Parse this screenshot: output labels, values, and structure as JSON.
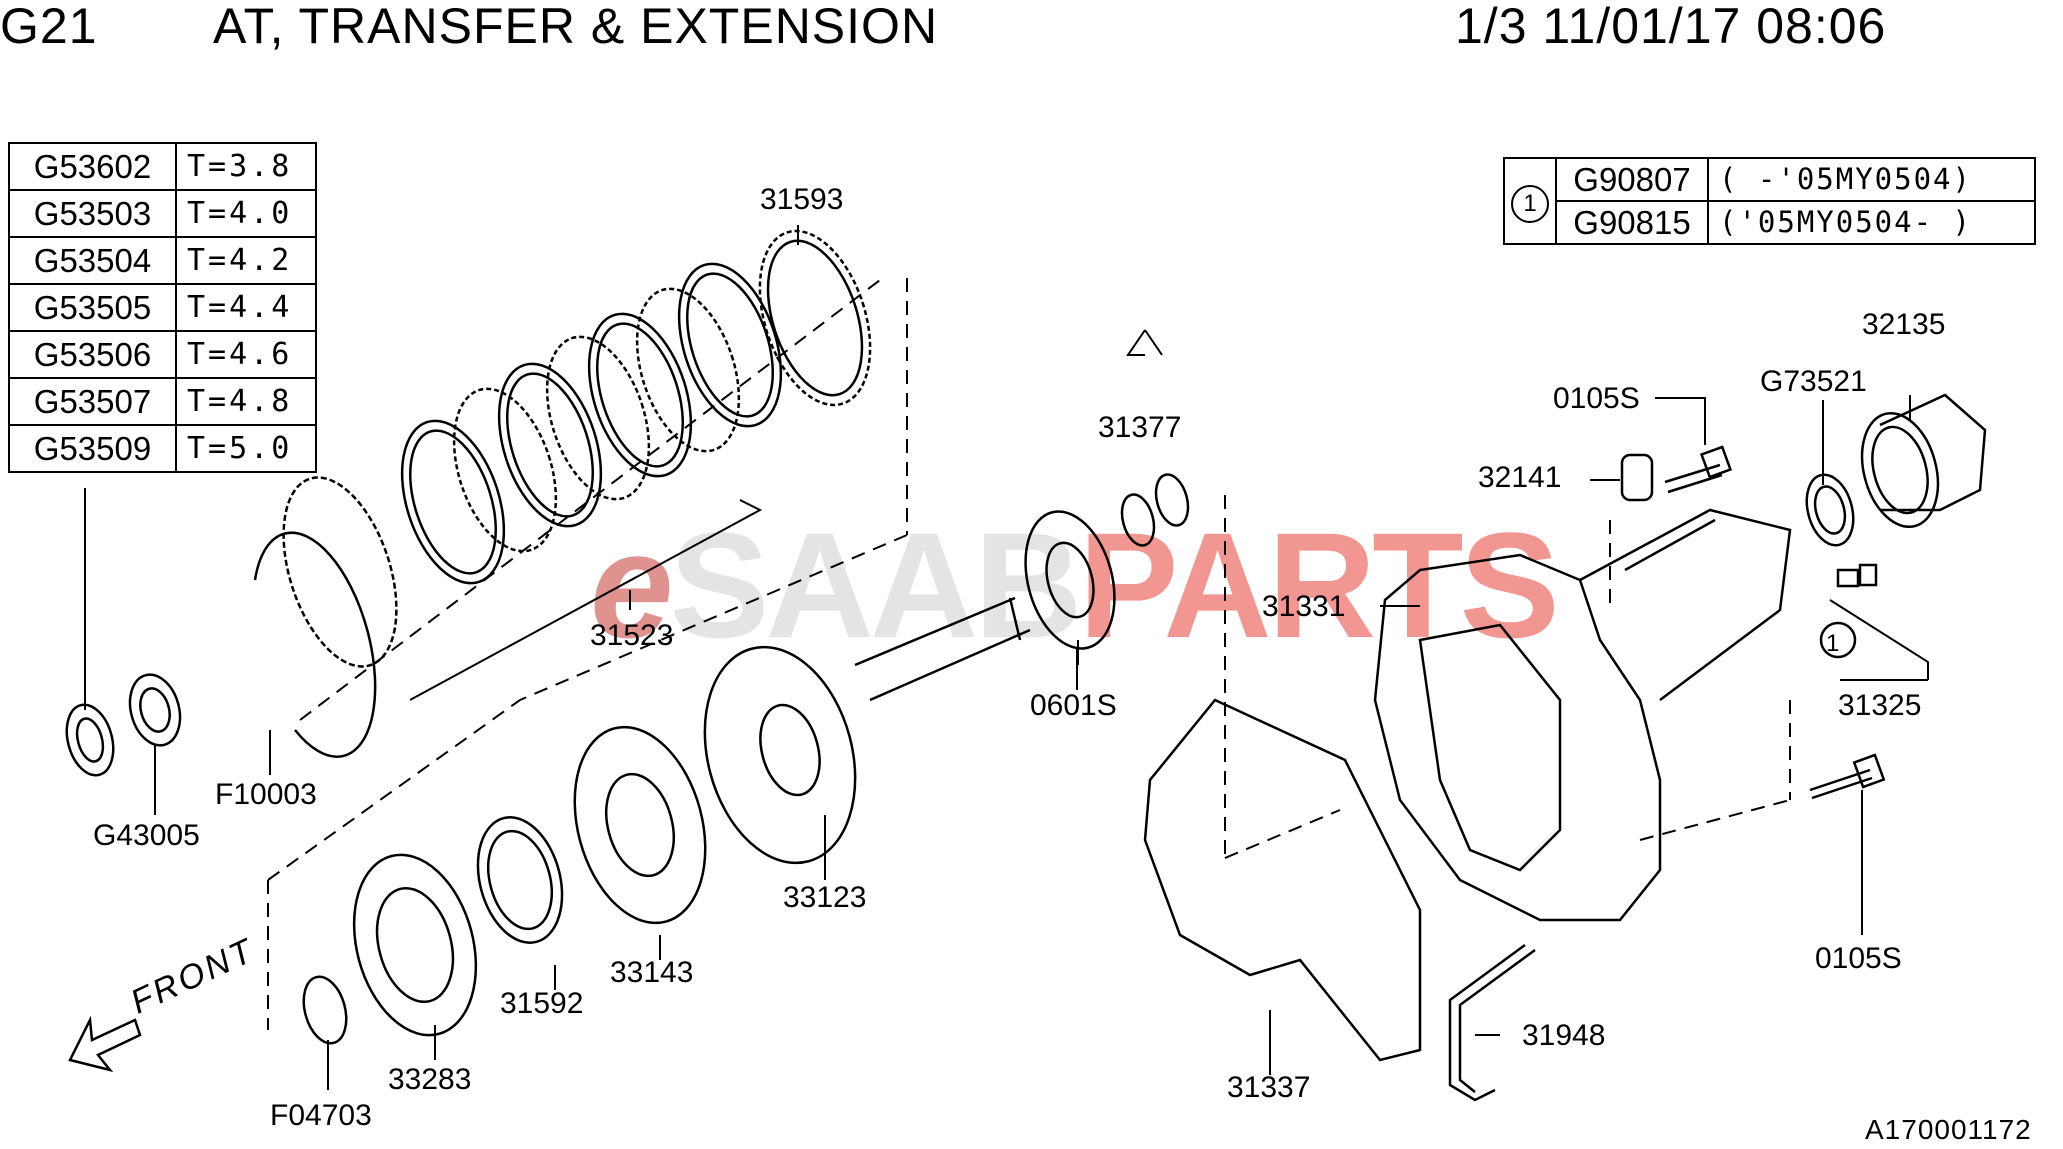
{
  "header": {
    "code": "G21",
    "title": "AT, TRANSFER & EXTENSION",
    "page_info": "1/3 11/01/17 08:06"
  },
  "thickness_table": [
    {
      "part": "G53602",
      "spec": "T=3.8"
    },
    {
      "part": "G53503",
      "spec": "T=4.0"
    },
    {
      "part": "G53504",
      "spec": "T=4.2"
    },
    {
      "part": "G53505",
      "spec": "T=4.4"
    },
    {
      "part": "G53506",
      "spec": "T=4.6"
    },
    {
      "part": "G53507",
      "spec": "T=4.8"
    },
    {
      "part": "G53509",
      "spec": "T=5.0"
    }
  ],
  "alt_table": {
    "marker": "1",
    "rows": [
      {
        "part": "G90807",
        "range": "(    -'05MY0504)"
      },
      {
        "part": "G90815",
        "range": "('05MY0504-    )"
      }
    ]
  },
  "callouts": {
    "c31593": "31593",
    "c31523": "31523",
    "c31377": "31377",
    "c0601S": "0601S",
    "c31331": "31331",
    "c0105S_top": "0105S",
    "c32141": "32141",
    "cG73521": "G73521",
    "c32135": "32135",
    "c31325": "31325",
    "c0105S_bot": "0105S",
    "c31948": "31948",
    "c31337": "31337",
    "c33123": "33123",
    "c33143": "33143",
    "c31592": "31592",
    "c33283": "33283",
    "cF04703": "F04703",
    "cF10003": "F10003",
    "cG43005": "G43005"
  },
  "ref_marker": "1",
  "front_label": "FRONT",
  "watermark": {
    "e": "e",
    "saa": "SAAB",
    "parts": "PARTS"
  },
  "figure_id": "A170001172"
}
